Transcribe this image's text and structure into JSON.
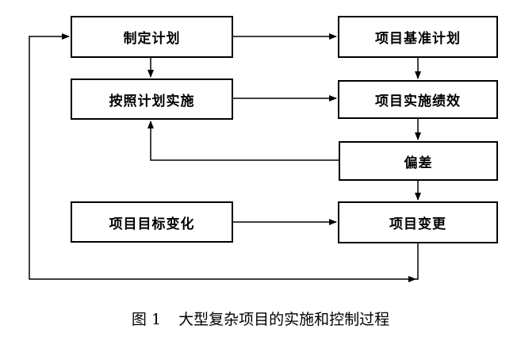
{
  "nodes": {
    "make_plan": "制定计划",
    "baseline_plan": "项目基准计划",
    "implement": "按照计划实施",
    "performance": "项目实施绩效",
    "deviation": "偏差",
    "goal_change": "项目目标变化",
    "project_change": "项目变更"
  },
  "caption": {
    "figure_no": "图 1",
    "title": "大型复杂项目的实施和控制过程"
  },
  "colors": {
    "line": "#000000",
    "background": "#ffffff"
  }
}
